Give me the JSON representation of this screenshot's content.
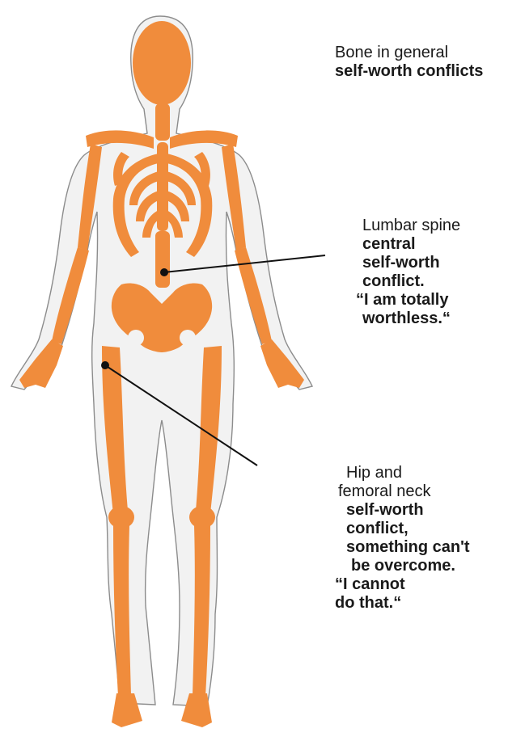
{
  "colors": {
    "bone": "#F08C3C",
    "skin": "#F2F2F2",
    "outline": "#8C8C8C",
    "leader": "#111111",
    "background": "#FFFFFF"
  },
  "icons": [
    "skeleton-figure-icon"
  ],
  "labels": {
    "bone_general": {
      "title": "Bone in general",
      "lines": [
        "self-worth conflicts"
      ]
    },
    "lumbar_spine": {
      "title": "Lumbar spine",
      "lines": [
        "central",
        "self-worth",
        "conflict.",
        "“I am totally",
        "worthless.“"
      ]
    },
    "hip": {
      "title_lines": [
        "Hip and",
        "femoral neck"
      ],
      "lines": [
        "self-worth",
        "conflict,",
        "something can't",
        "be overcome.",
        "“I cannot",
        "do that.“"
      ]
    }
  }
}
